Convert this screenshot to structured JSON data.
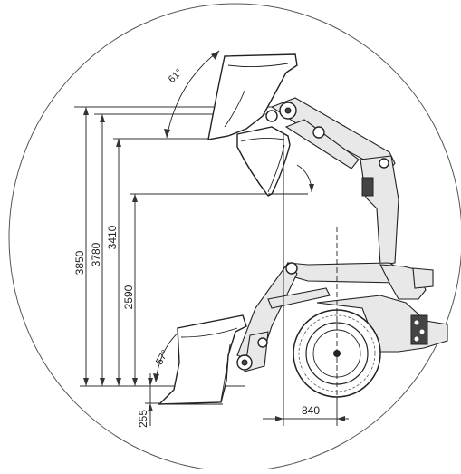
{
  "dimensions": {
    "height_3850": "3850",
    "height_3780": "3780",
    "height_3410": "3410",
    "height_2590": "2590",
    "ground_255": "255",
    "reach_840": "840"
  },
  "angles": {
    "top_dump": "61°",
    "low_rollback": "57°"
  },
  "colors": {
    "line": "#222222",
    "background": "#ffffff"
  }
}
